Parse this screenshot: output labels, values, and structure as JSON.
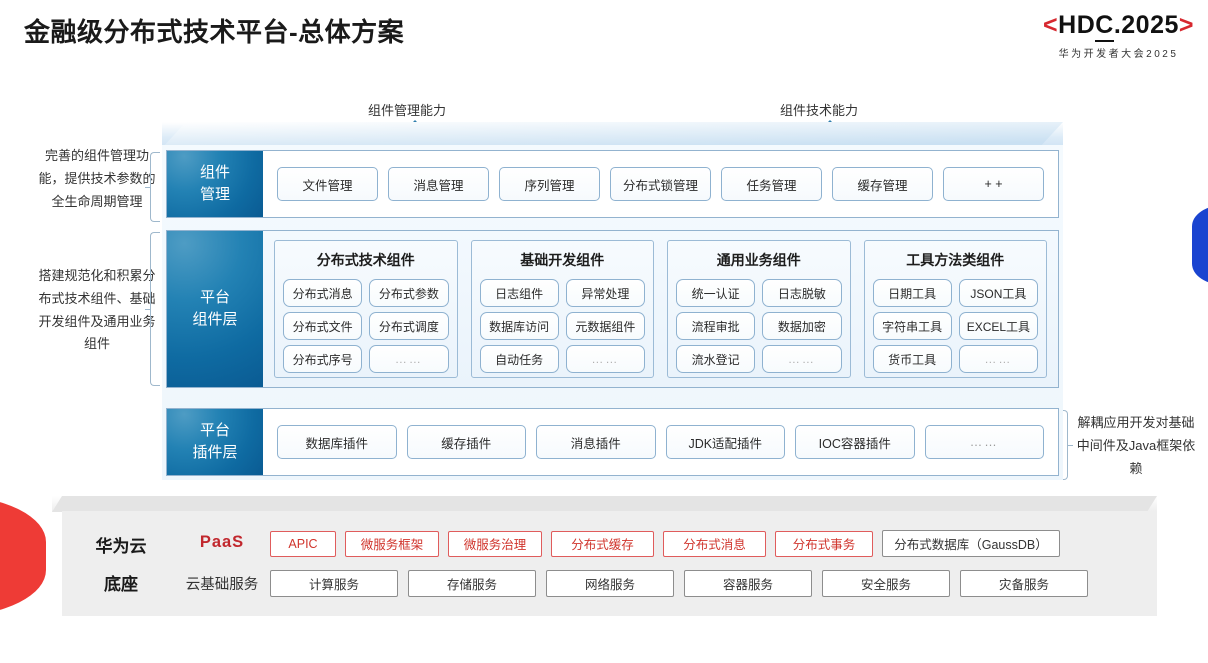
{
  "header": {
    "title": "金融级分布式技术平台-总体方案",
    "logo_prefix": "<",
    "logo_text_a": "HD",
    "logo_text_b": "C",
    "logo_text_c": ".2025",
    "logo_suffix": ">",
    "logo_subtitle": "华为开发者大会2025"
  },
  "arrows": {
    "left_label": "组件管理能力",
    "right_label": "组件技术能力"
  },
  "side_notes": {
    "note1": "完善的组件管理功能，提供技术参数的全生命周期管理",
    "note2": "搭建规范化和积累分布式技术组件、基础开发组件及通用业务组件",
    "note_right": "解耦应用开发对基础中间件及Java框架依赖"
  },
  "component_mgmt": {
    "label_line1": "组件",
    "label_line2": "管理",
    "items": [
      "文件管理",
      "消息管理",
      "序列管理",
      "分布式锁管理",
      "任务管理",
      "缓存管理",
      "+ +"
    ]
  },
  "component_layer": {
    "label_line1": "平台",
    "label_line2": "组件层",
    "groups": [
      {
        "title": "分布式技术组件",
        "cells": [
          "分布式消息",
          "分布式参数",
          "分布式文件",
          "分布式调度",
          "分布式序号",
          "……"
        ]
      },
      {
        "title": "基础开发组件",
        "cells": [
          "日志组件",
          "异常处理",
          "数据库访问",
          "元数据组件",
          "自动任务",
          "……"
        ]
      },
      {
        "title": "通用业务组件",
        "cells": [
          "统一认证",
          "日志脱敏",
          "流程审批",
          "数据加密",
          "流水登记",
          "……"
        ]
      },
      {
        "title": "工具方法类组件",
        "cells": [
          "日期工具",
          "JSON工具",
          "字符串工具",
          "EXCEL工具",
          "货币工具",
          "……"
        ]
      }
    ]
  },
  "plugin_layer": {
    "label_line1": "平台",
    "label_line2": "插件层",
    "items": [
      "数据库插件",
      "缓存插件",
      "消息插件",
      "JDK适配插件",
      "IOC容器插件",
      "……"
    ]
  },
  "cloud_base": {
    "title_line1": "华为云",
    "title_line2": "底座",
    "paas_label": "PaaS",
    "cloud_label": "云基础服务",
    "paas_items": [
      {
        "text": "APIC",
        "style": "red",
        "width": 66
      },
      {
        "text": "微服务框架",
        "style": "red",
        "width": 94
      },
      {
        "text": "微服务治理",
        "style": "red",
        "width": 94
      },
      {
        "text": "分布式缓存",
        "style": "red",
        "width": 103
      },
      {
        "text": "分布式消息",
        "style": "red",
        "width": 103
      },
      {
        "text": "分布式事务",
        "style": "red",
        "width": 98
      },
      {
        "text": "分布式数据库（GaussDB）",
        "style": "gray",
        "width": 178
      }
    ],
    "cloud_items": [
      {
        "text": "计算服务",
        "width": 123
      },
      {
        "text": "存储服务",
        "width": 123
      },
      {
        "text": "网络服务",
        "width": 123
      },
      {
        "text": "容器服务",
        "width": 123
      },
      {
        "text": "安全服务",
        "width": 123
      },
      {
        "text": "灾备服务",
        "width": 123
      }
    ]
  },
  "colors": {
    "brand_red": "#d7282f",
    "accent_blue": "#0f6ba2",
    "paas_red": "#c1272d",
    "panel_bg": "#eef6fc"
  }
}
